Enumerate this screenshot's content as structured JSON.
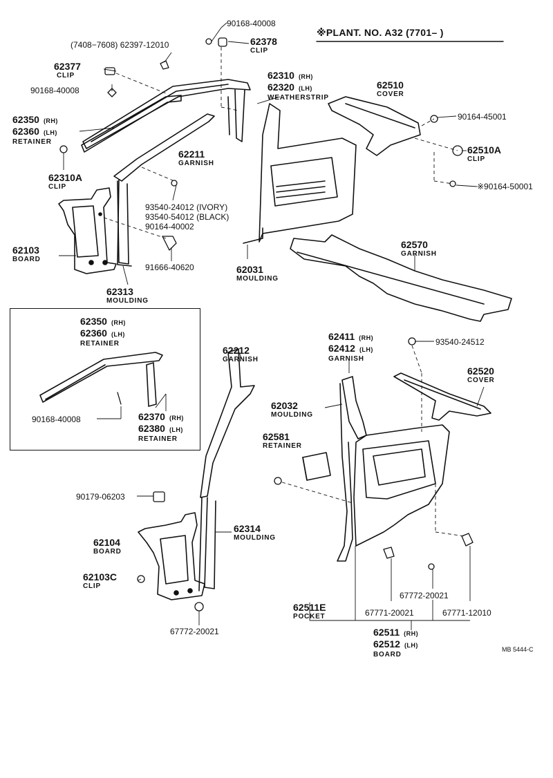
{
  "plant_note": "※PLANT. NO. A32 (7701–       )",
  "diagram_code": "MB 5444-C",
  "parts": [
    {
      "id": "p1",
      "lines": [
        {
          "t": "90168-40008",
          "c": "sm"
        }
      ]
    },
    {
      "id": "p2",
      "lines": [
        {
          "t": "(7408−7608) 62397-12010",
          "c": "sm"
        }
      ]
    },
    {
      "id": "p3",
      "lines": [
        {
          "t": "62378",
          "c": "pn"
        },
        {
          "t": "CLIP",
          "c": "nm"
        }
      ]
    },
    {
      "id": "p4",
      "lines": [
        {
          "t": "62377",
          "c": "pn"
        },
        {
          "t": "CLIP",
          "c": "nm"
        }
      ]
    },
    {
      "id": "p5",
      "lines": [
        {
          "t": "90168-40008",
          "c": "sm"
        }
      ]
    },
    {
      "id": "p6",
      "lines": [
        {
          "t": "62310",
          "c": "pn",
          "s": "(RH)"
        },
        {
          "t": "62320",
          "c": "pn",
          "s": "(LH)"
        },
        {
          "t": "WEATHERSTRIP",
          "c": "nm"
        }
      ]
    },
    {
      "id": "p7",
      "lines": [
        {
          "t": "62510",
          "c": "pn"
        },
        {
          "t": "COVER",
          "c": "nm"
        }
      ]
    },
    {
      "id": "p8",
      "lines": [
        {
          "t": "62350",
          "c": "pn",
          "s": "(RH)"
        },
        {
          "t": "62360",
          "c": "pn",
          "s": "(LH)"
        },
        {
          "t": "RETAINER",
          "c": "nm"
        }
      ]
    },
    {
      "id": "p9",
      "lines": [
        {
          "t": "90164-45001",
          "c": "sm"
        }
      ]
    },
    {
      "id": "p10",
      "lines": [
        {
          "t": "62510A",
          "c": "pn"
        },
        {
          "t": "CLIP",
          "c": "nm"
        }
      ]
    },
    {
      "id": "p11",
      "lines": [
        {
          "t": "62211",
          "c": "pn"
        },
        {
          "t": "GARNISH",
          "c": "nm"
        }
      ]
    },
    {
      "id": "p12",
      "lines": [
        {
          "t": "62310A",
          "c": "pn"
        },
        {
          "t": "CLIP",
          "c": "nm"
        }
      ]
    },
    {
      "id": "p13",
      "lines": [
        {
          "t": "※90164-50001",
          "c": "sm"
        }
      ]
    },
    {
      "id": "p14",
      "lines": [
        {
          "t": "93540-24012 (IVORY)",
          "c": "sm"
        },
        {
          "t": "93540-54012 (BLACK)",
          "c": "sm"
        },
        {
          "t": "90164-40002",
          "c": "sm"
        }
      ]
    },
    {
      "id": "p15",
      "lines": [
        {
          "t": "62103",
          "c": "pn"
        },
        {
          "t": "BOARD",
          "c": "nm"
        }
      ]
    },
    {
      "id": "p16",
      "lines": [
        {
          "t": "62570",
          "c": "pn"
        },
        {
          "t": "GARNISH",
          "c": "nm"
        }
      ]
    },
    {
      "id": "p17",
      "lines": [
        {
          "t": "91666-40620",
          "c": "sm"
        }
      ]
    },
    {
      "id": "p18",
      "lines": [
        {
          "t": "62031",
          "c": "pn"
        },
        {
          "t": "MOULDING",
          "c": "nm"
        }
      ]
    },
    {
      "id": "p19",
      "lines": [
        {
          "t": "62313",
          "c": "pn"
        },
        {
          "t": "MOULDING",
          "c": "nm"
        }
      ]
    },
    {
      "id": "p20",
      "lines": [
        {
          "t": "62350",
          "c": "pn",
          "s": "(RH)"
        },
        {
          "t": "62360",
          "c": "pn",
          "s": "(LH)"
        },
        {
          "t": "RETAINER",
          "c": "nm"
        }
      ]
    },
    {
      "id": "p21",
      "lines": [
        {
          "t": "62411",
          "c": "pn",
          "s": "(RH)"
        },
        {
          "t": "62412",
          "c": "pn",
          "s": "(LH)"
        },
        {
          "t": "GARNISH",
          "c": "nm"
        }
      ]
    },
    {
      "id": "p22",
      "lines": [
        {
          "t": "93540-24512",
          "c": "sm"
        }
      ]
    },
    {
      "id": "p23",
      "lines": [
        {
          "t": "62212",
          "c": "pn"
        },
        {
          "t": "GARNISH",
          "c": "nm"
        }
      ]
    },
    {
      "id": "p24",
      "lines": [
        {
          "t": "62520",
          "c": "pn"
        },
        {
          "t": "COVER",
          "c": "nm"
        }
      ]
    },
    {
      "id": "p25",
      "lines": [
        {
          "t": "62032",
          "c": "pn"
        },
        {
          "t": "MOULDING",
          "c": "nm"
        }
      ]
    },
    {
      "id": "p26",
      "lines": [
        {
          "t": "90168-40008",
          "c": "sm"
        }
      ]
    },
    {
      "id": "p27",
      "lines": [
        {
          "t": "62370",
          "c": "pn",
          "s": "(RH)"
        },
        {
          "t": "62380",
          "c": "pn",
          "s": "(LH)"
        },
        {
          "t": "RETAINER",
          "c": "nm"
        }
      ]
    },
    {
      "id": "p28",
      "lines": [
        {
          "t": "62581",
          "c": "pn"
        },
        {
          "t": "RETAINER",
          "c": "nm"
        }
      ]
    },
    {
      "id": "p29",
      "lines": [
        {
          "t": "90179-06203",
          "c": "sm"
        }
      ]
    },
    {
      "id": "p30",
      "lines": [
        {
          "t": "62314",
          "c": "pn"
        },
        {
          "t": "MOULDING",
          "c": "nm"
        }
      ]
    },
    {
      "id": "p31",
      "lines": [
        {
          "t": "62104",
          "c": "pn"
        },
        {
          "t": "BOARD",
          "c": "nm"
        }
      ]
    },
    {
      "id": "p32",
      "lines": [
        {
          "t": "62103C",
          "c": "pn"
        },
        {
          "t": "CLIP",
          "c": "nm"
        }
      ]
    },
    {
      "id": "p33",
      "lines": [
        {
          "t": "67772-20021",
          "c": "sm"
        }
      ]
    },
    {
      "id": "p34",
      "lines": [
        {
          "t": "62511E",
          "c": "pn"
        },
        {
          "t": "POCKET",
          "c": "nm"
        }
      ]
    },
    {
      "id": "p35",
      "lines": [
        {
          "t": "67772-20021",
          "c": "sm"
        }
      ]
    },
    {
      "id": "p36",
      "lines": [
        {
          "t": "67771-20021",
          "c": "sm"
        }
      ]
    },
    {
      "id": "p37",
      "lines": [
        {
          "t": "67771-12010",
          "c": "sm"
        }
      ]
    },
    {
      "id": "p38",
      "lines": [
        {
          "t": "62511",
          "c": "pn",
          "s": "(RH)"
        },
        {
          "t": "62512",
          "c": "pn",
          "s": "(LH)"
        },
        {
          "t": "BOARD",
          "c": "nm"
        }
      ]
    }
  ]
}
